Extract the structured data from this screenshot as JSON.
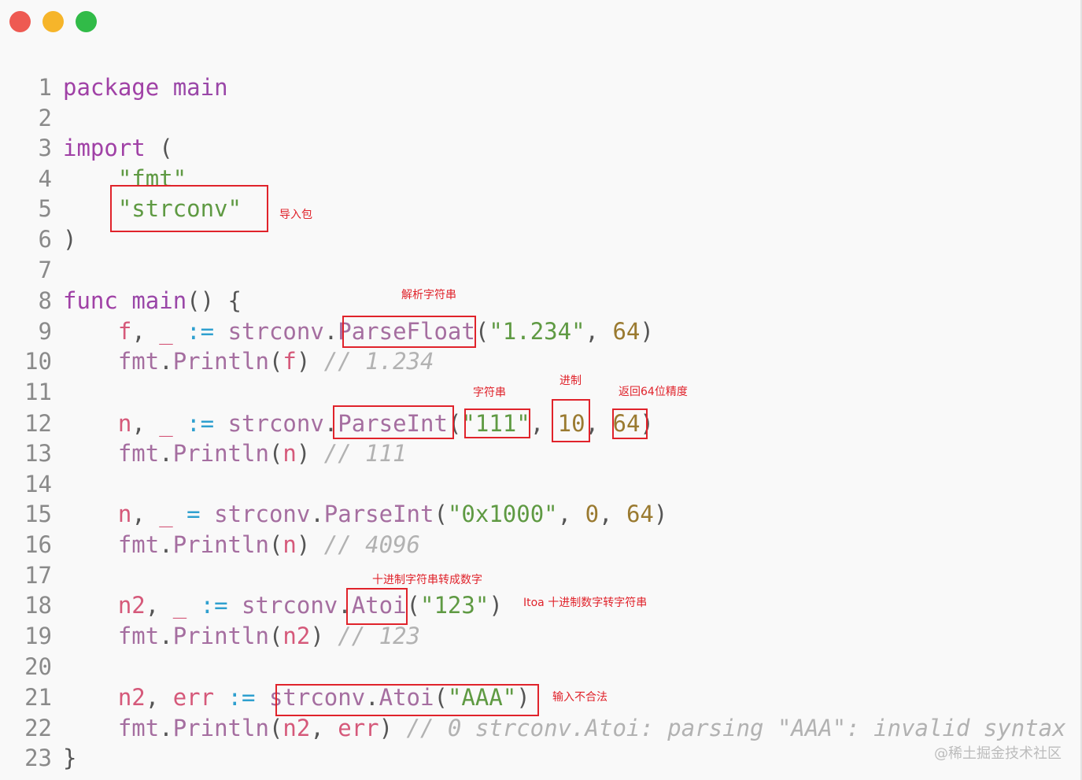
{
  "window": {
    "controls": [
      {
        "name": "close",
        "color": "#ee5a52"
      },
      {
        "name": "minimize",
        "color": "#f6b52a"
      },
      {
        "name": "maximize",
        "color": "#31bb48"
      }
    ]
  },
  "code": {
    "lines": [
      {
        "n": "1",
        "t": [
          [
            "kw",
            "package"
          ],
          [
            "pl",
            " "
          ],
          [
            "fn",
            "main"
          ]
        ]
      },
      {
        "n": "2",
        "t": []
      },
      {
        "n": "3",
        "t": [
          [
            "kw",
            "import"
          ],
          [
            "pl",
            " ("
          ]
        ]
      },
      {
        "n": "4",
        "t": [
          [
            "pl",
            "    "
          ],
          [
            "str",
            "\"fmt\""
          ]
        ]
      },
      {
        "n": "5",
        "t": [
          [
            "pl",
            "    "
          ],
          [
            "str",
            "\"strconv\""
          ]
        ]
      },
      {
        "n": "6",
        "t": [
          [
            "pl",
            ")"
          ]
        ]
      },
      {
        "n": "7",
        "t": []
      },
      {
        "n": "8",
        "t": [
          [
            "kw",
            "func"
          ],
          [
            "pl",
            " "
          ],
          [
            "fn",
            "main"
          ],
          [
            "pl",
            "() {"
          ]
        ]
      },
      {
        "n": "9",
        "t": [
          [
            "pl",
            "    "
          ],
          [
            "var",
            "f"
          ],
          [
            "pl",
            ", "
          ],
          [
            "var",
            "_"
          ],
          [
            "pl",
            " "
          ],
          [
            "op",
            ":="
          ],
          [
            "pl",
            " "
          ],
          [
            "pkg",
            "strconv"
          ],
          [
            "pl",
            "."
          ],
          [
            "pkg",
            "ParseFloat"
          ],
          [
            "pl",
            "("
          ],
          [
            "str",
            "\"1.234\""
          ],
          [
            "pl",
            ", "
          ],
          [
            "num",
            "64"
          ],
          [
            "pl",
            ")"
          ]
        ]
      },
      {
        "n": "10",
        "t": [
          [
            "pl",
            "    "
          ],
          [
            "pkg",
            "fmt"
          ],
          [
            "pl",
            "."
          ],
          [
            "pkg",
            "Println"
          ],
          [
            "pl",
            "("
          ],
          [
            "var",
            "f"
          ],
          [
            "pl",
            ") "
          ],
          [
            "cm",
            "// 1.234"
          ]
        ]
      },
      {
        "n": "11",
        "t": []
      },
      {
        "n": "12",
        "t": [
          [
            "pl",
            "    "
          ],
          [
            "var",
            "n"
          ],
          [
            "pl",
            ", "
          ],
          [
            "var",
            "_"
          ],
          [
            "pl",
            " "
          ],
          [
            "op",
            ":="
          ],
          [
            "pl",
            " "
          ],
          [
            "pkg",
            "strconv"
          ],
          [
            "pl",
            "."
          ],
          [
            "pkg",
            "ParseInt"
          ],
          [
            "pl",
            "("
          ],
          [
            "str",
            "\"111\""
          ],
          [
            "pl",
            ", "
          ],
          [
            "num",
            "10"
          ],
          [
            "pl",
            ", "
          ],
          [
            "num",
            "64"
          ],
          [
            "pl",
            ")"
          ]
        ]
      },
      {
        "n": "13",
        "t": [
          [
            "pl",
            "    "
          ],
          [
            "pkg",
            "fmt"
          ],
          [
            "pl",
            "."
          ],
          [
            "pkg",
            "Println"
          ],
          [
            "pl",
            "("
          ],
          [
            "var",
            "n"
          ],
          [
            "pl",
            ") "
          ],
          [
            "cm",
            "// 111"
          ]
        ]
      },
      {
        "n": "14",
        "t": []
      },
      {
        "n": "15",
        "t": [
          [
            "pl",
            "    "
          ],
          [
            "var",
            "n"
          ],
          [
            "pl",
            ", "
          ],
          [
            "var",
            "_"
          ],
          [
            "pl",
            " "
          ],
          [
            "op",
            "="
          ],
          [
            "pl",
            " "
          ],
          [
            "pkg",
            "strconv"
          ],
          [
            "pl",
            "."
          ],
          [
            "pkg",
            "ParseInt"
          ],
          [
            "pl",
            "("
          ],
          [
            "str",
            "\"0x1000\""
          ],
          [
            "pl",
            ", "
          ],
          [
            "num",
            "0"
          ],
          [
            "pl",
            ", "
          ],
          [
            "num",
            "64"
          ],
          [
            "pl",
            ")"
          ]
        ]
      },
      {
        "n": "16",
        "t": [
          [
            "pl",
            "    "
          ],
          [
            "pkg",
            "fmt"
          ],
          [
            "pl",
            "."
          ],
          [
            "pkg",
            "Println"
          ],
          [
            "pl",
            "("
          ],
          [
            "var",
            "n"
          ],
          [
            "pl",
            ") "
          ],
          [
            "cm",
            "// 4096"
          ]
        ]
      },
      {
        "n": "17",
        "t": []
      },
      {
        "n": "18",
        "t": [
          [
            "pl",
            "    "
          ],
          [
            "var",
            "n2"
          ],
          [
            "pl",
            ", "
          ],
          [
            "var",
            "_"
          ],
          [
            "pl",
            " "
          ],
          [
            "op",
            ":="
          ],
          [
            "pl",
            " "
          ],
          [
            "pkg",
            "strconv"
          ],
          [
            "pl",
            "."
          ],
          [
            "pkg",
            "Atoi"
          ],
          [
            "pl",
            "("
          ],
          [
            "str",
            "\"123\""
          ],
          [
            "pl",
            ")"
          ]
        ]
      },
      {
        "n": "19",
        "t": [
          [
            "pl",
            "    "
          ],
          [
            "pkg",
            "fmt"
          ],
          [
            "pl",
            "."
          ],
          [
            "pkg",
            "Println"
          ],
          [
            "pl",
            "("
          ],
          [
            "var",
            "n2"
          ],
          [
            "pl",
            ") "
          ],
          [
            "cm",
            "// 123"
          ]
        ]
      },
      {
        "n": "20",
        "t": []
      },
      {
        "n": "21",
        "t": [
          [
            "pl",
            "    "
          ],
          [
            "var",
            "n2"
          ],
          [
            "pl",
            ", "
          ],
          [
            "var",
            "err"
          ],
          [
            "pl",
            " "
          ],
          [
            "op",
            ":="
          ],
          [
            "pl",
            " "
          ],
          [
            "pkg",
            "strconv"
          ],
          [
            "pl",
            "."
          ],
          [
            "pkg",
            "Atoi"
          ],
          [
            "pl",
            "("
          ],
          [
            "str",
            "\"AAA\""
          ],
          [
            "pl",
            ")"
          ]
        ]
      },
      {
        "n": "22",
        "t": [
          [
            "pl",
            "    "
          ],
          [
            "pkg",
            "fmt"
          ],
          [
            "pl",
            "."
          ],
          [
            "pkg",
            "Println"
          ],
          [
            "pl",
            "("
          ],
          [
            "var",
            "n2"
          ],
          [
            "pl",
            ", "
          ],
          [
            "var",
            "err"
          ],
          [
            "pl",
            ") "
          ],
          [
            "cm",
            "// 0 strconv.Atoi: parsing \"AAA\": invalid syntax"
          ]
        ]
      },
      {
        "n": "23",
        "t": [
          [
            "pl",
            "}"
          ]
        ]
      }
    ]
  },
  "annotations": {
    "import_pkg": "导入包",
    "parse_string": "解析字符串",
    "string": "字符串",
    "base": "进制",
    "bits64": "返回64位精度",
    "atoi": "十进制字符串转成数字",
    "itoa": "Itoa 十进制数字转字符串",
    "invalid_input": "输入不合法"
  },
  "watermark": "@稀土掘金技术社区"
}
